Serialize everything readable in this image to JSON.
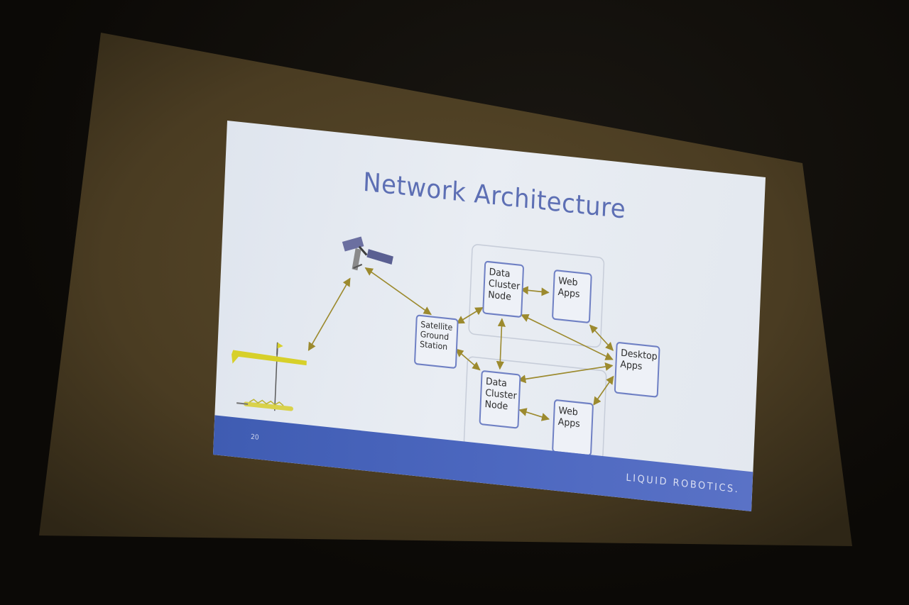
{
  "slide": {
    "title": "Network Architecture",
    "page_number": "20",
    "brand": "LIQUID ROBOTICS.",
    "nodes": {
      "ground_station": "Satellite\nGround\nStation",
      "cluster_top": "Data\nCluster\nNode",
      "web_top": "Web\nApps",
      "desktop": "Desktop\nApps",
      "cluster_bottom": "Data\nCluster\nNode",
      "web_bottom": "Web\nApps"
    },
    "icons": {
      "satellite": "satellite-icon",
      "wave_glider": "wave-glider-icon"
    }
  },
  "colors": {
    "title": "#5d6fb4",
    "box_border": "#6f80c4",
    "arrow": "#9c8a2e",
    "footer": "#4a63ba",
    "glider": "#d7d02a"
  }
}
